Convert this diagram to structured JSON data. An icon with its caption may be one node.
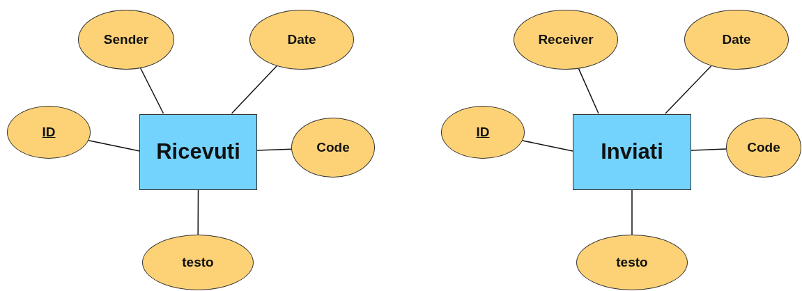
{
  "diagram": {
    "nodes": [
      {
        "text": [
          "Ricevuti"
        ]
      },
      {
        "text": [
          "Sender"
        ]
      },
      {
        "text": [
          "Date"
        ]
      },
      {
        "text": [
          "ID"
        ]
      },
      {
        "text": [
          "Code"
        ]
      },
      {
        "text": [
          "testo"
        ]
      },
      {
        "text": [
          "Inviati"
        ]
      },
      {
        "text": [
          "Receiver"
        ]
      },
      {
        "text": [
          "Date"
        ]
      },
      {
        "text": [
          "ID"
        ]
      },
      {
        "text": [
          "Code"
        ]
      },
      {
        "text": [
          "testo"
        ]
      }
    ],
    "edges": [
      {
        "from": 1,
        "to": 0,
        "arrow": "none"
      },
      {
        "from": 2,
        "to": 0,
        "arrow": "none"
      },
      {
        "from": 3,
        "to": 0,
        "arrow": "none"
      },
      {
        "from": 4,
        "to": 0,
        "arrow": "none"
      },
      {
        "from": 5,
        "to": 0,
        "arrow": "none"
      },
      {
        "from": 7,
        "to": 6,
        "arrow": "none"
      },
      {
        "from": 8,
        "to": 6,
        "arrow": "none"
      },
      {
        "from": 9,
        "to": 6,
        "arrow": "none"
      },
      {
        "from": 10,
        "to": 6,
        "arrow": "none"
      },
      {
        "from": 11,
        "to": 6,
        "arrow": "none"
      }
    ]
  }
}
